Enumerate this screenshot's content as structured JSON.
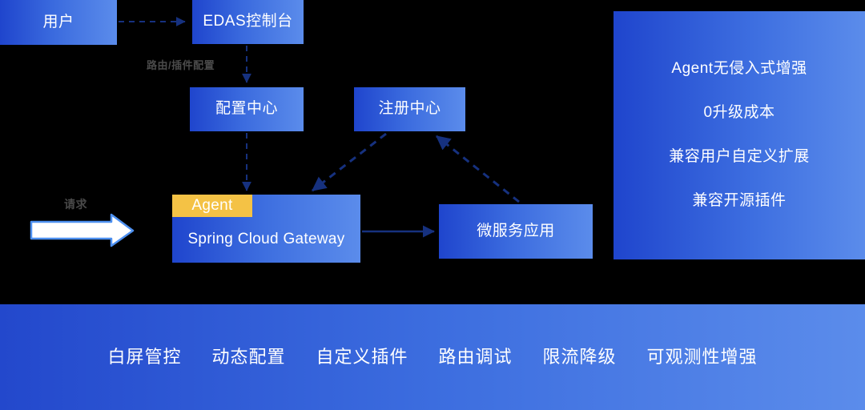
{
  "diagram": {
    "title": "EDAS Agent Spring Cloud Gateway Architecture",
    "background_color": "#000000",
    "node_gradient": {
      "from": "#1f45cd",
      "to": "#5b8ceb"
    },
    "accent_color": "#f4c245",
    "connector_color": "#16317f",
    "request_arrow_fill": "#ffffff",
    "request_arrow_stroke": "#4d90f0"
  },
  "nodes": {
    "user": "用户",
    "edas_console": "EDAS控制台",
    "config_center": "配置中心",
    "registry_center": "注册中心",
    "gateway": "Spring Cloud Gateway",
    "agent_badge": "Agent",
    "microservice": "微服务应用"
  },
  "labels": {
    "route_plugin_config": "路由/插件配置",
    "request": "请求"
  },
  "features": {
    "lines": [
      "Agent无侵入式增强",
      "0升级成本",
      "兼容用户自定义扩展",
      "兼容开源插件"
    ]
  },
  "bottom_bar": {
    "items": [
      "白屏管控",
      "动态配置",
      "自定义插件",
      "路由调试",
      "限流降级",
      "可观测性增强"
    ]
  }
}
